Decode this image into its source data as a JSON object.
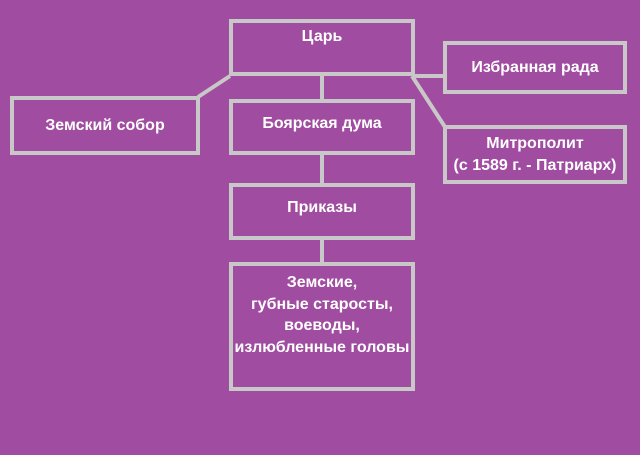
{
  "colors": {
    "background": "#a04ca0",
    "border": "#c8c8c8",
    "text": "#ffffff"
  },
  "nodes": {
    "tsar": "Царь",
    "izbrannaya_rada": "Избранная рада",
    "zemsky_sobor": "Земский собор",
    "boyarskaya_duma": "Боярская дума",
    "metropolit": "Митрополит\n(с 1589 г. - Патриарх)",
    "prikazy": "Приказы",
    "local_government": "Земские,\nгубные старосты,\nвоеводы,\nизлюбленные головы"
  }
}
